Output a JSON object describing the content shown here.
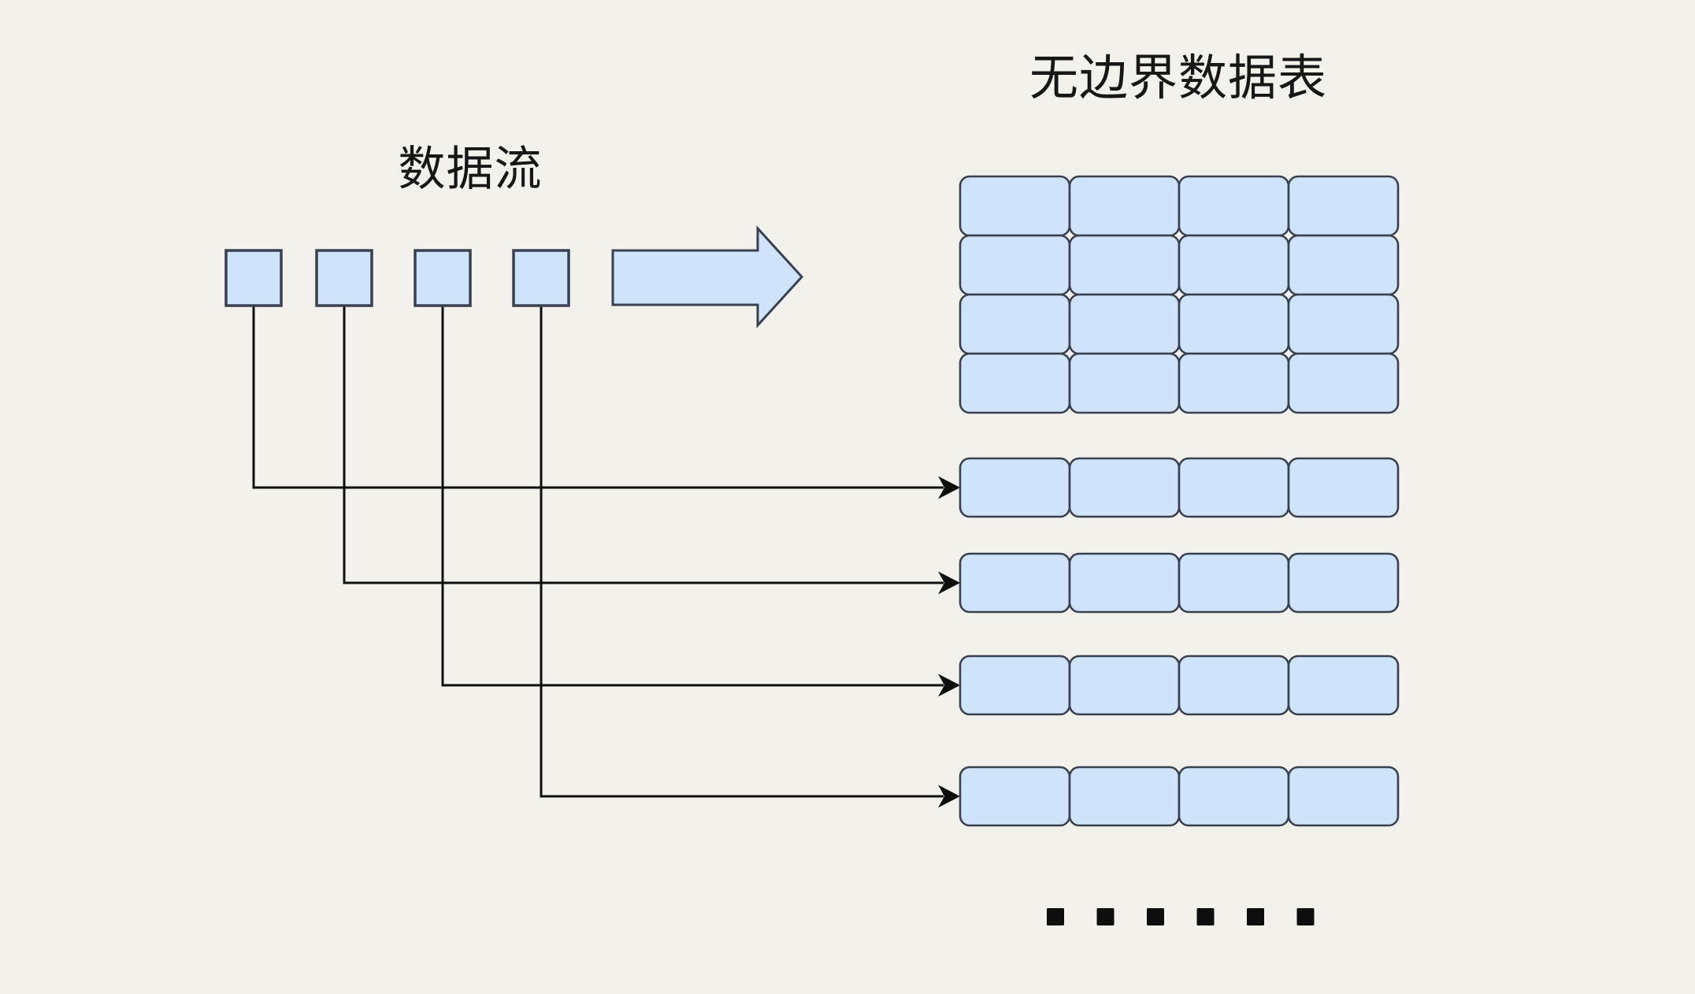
{
  "diagram": {
    "stream": {
      "label": "数据流",
      "event_count": 4
    },
    "flow_arrow": {
      "icon": "right-arrow-icon"
    },
    "table": {
      "title": "无边界数据表",
      "grid": {
        "rows": 4,
        "columns": 4
      },
      "streamed_rows": {
        "count": 4,
        "cells_per_row": 4
      }
    },
    "ellipsis": {
      "dot_count": 6,
      "glyph": "black-square-dot"
    },
    "colors": {
      "background": "#f3f1ec",
      "shape_fill": "#cfe3fa",
      "shape_border": "#39414f",
      "connector": "#0e0e0e",
      "text": "#171717"
    }
  }
}
